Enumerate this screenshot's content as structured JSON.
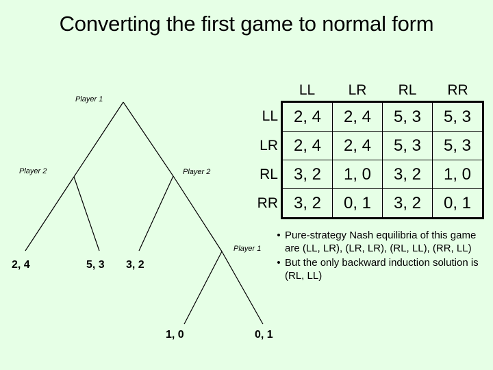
{
  "slide": {
    "background_color": "#e6ffe6",
    "title": "Converting the first game to normal form"
  },
  "game_tree": {
    "node_labels": {
      "root_player": "Player 1",
      "left_player": "Player 2",
      "right_player": "Player 2",
      "sub_player": "Player 1"
    },
    "leaves": [
      {
        "label": "2, 4"
      },
      {
        "label": "5, 3"
      },
      {
        "label": "3, 2"
      },
      {
        "label": "1, 0"
      },
      {
        "label": "0, 1"
      }
    ],
    "line_color": "#000000"
  },
  "matrix": {
    "column_headers": [
      "LL",
      "LR",
      "RL",
      "RR"
    ],
    "row_headers": [
      "LL",
      "LR",
      "RL",
      "RR"
    ],
    "rows": [
      [
        "2, 4",
        "2, 4",
        "5, 3",
        "5, 3"
      ],
      [
        "2, 4",
        "2, 4",
        "5, 3",
        "5, 3"
      ],
      [
        "3, 2",
        "1, 0",
        "3, 2",
        "1, 0"
      ],
      [
        "3, 2",
        "0, 1",
        "3, 2",
        "0, 1"
      ]
    ]
  },
  "bullets": {
    "marker": "•",
    "items": [
      "Pure-strategy Nash equilibria of this game are (LL, LR), (LR, LR), (RL, LL), (RR, LL)",
      "But the only backward induction solution is (RL, LL)"
    ]
  }
}
